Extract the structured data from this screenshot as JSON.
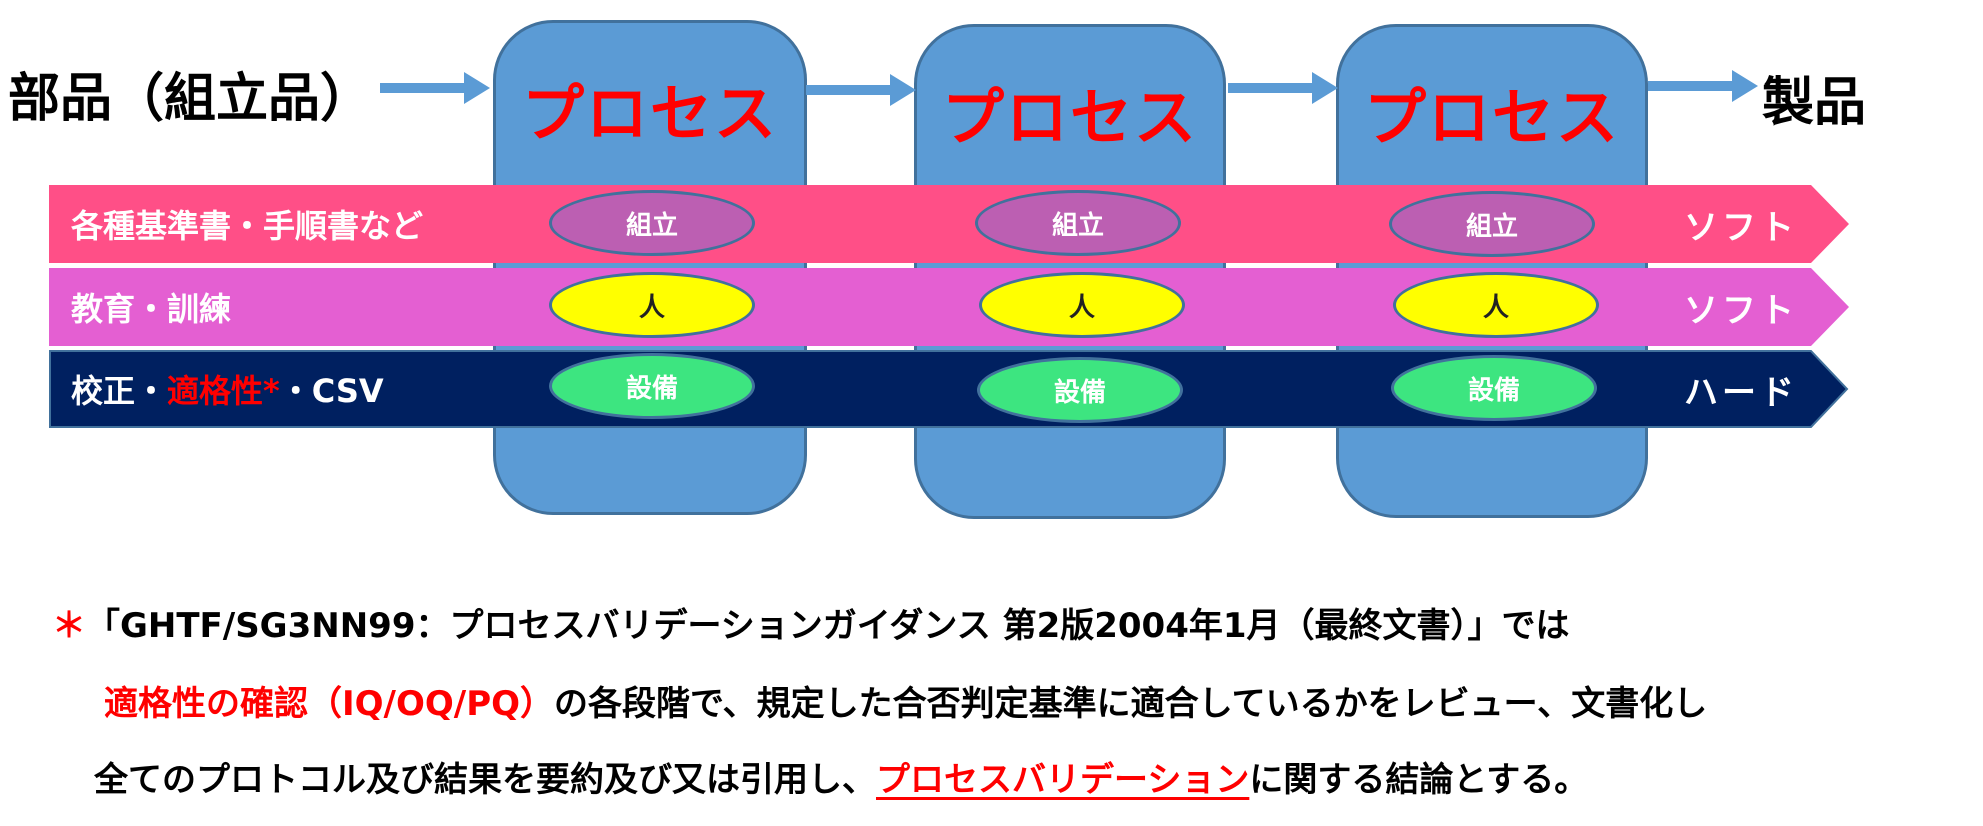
{
  "flow": {
    "input_label": "部品（組立品）",
    "output_label": "製品",
    "processes": [
      {
        "title": "プロセス"
      },
      {
        "title": "プロセス"
      },
      {
        "title": "プロセス"
      }
    ]
  },
  "bands": [
    {
      "label": "各種基準書・手順書など",
      "type": "ソフト",
      "color": "#ff4f87",
      "ellipse_label": "組立",
      "ellipse_color": "#bc5fb2",
      "ellipse_text_color": "#ffffff"
    },
    {
      "label": "教育・訓練",
      "type": "ソフト",
      "color": "#e45fd2",
      "ellipse_label": "人",
      "ellipse_color": "#ffff00",
      "ellipse_text_color": "#222222"
    },
    {
      "label_parts": {
        "prefix": "校正・",
        "highlight": "適格性*",
        "suffix": "・CSV"
      },
      "type": "ハード",
      "color": "#002060",
      "ellipse_label": "設備",
      "ellipse_color": "#3de580",
      "ellipse_text_color": "#ffffff"
    }
  ],
  "note": {
    "asterisk": "＊",
    "line1": "「GHTF/SG3NN99：プロセスバリデーションガイダンス 第2版2004年1月（最終文書）」では",
    "line2_highlight": "適格性の確認（IQ/OQ/PQ）",
    "line2_rest": "の各段階で、規定した合否判定基準に適合しているかをレビュー、文書化し",
    "line3_prefix": "全てのプロトコル及び結果を要約及び又は引用し、",
    "line3_highlight": "プロセスバリデーション",
    "line3_suffix": "に関する結論とする。"
  },
  "colors": {
    "process_fill": "#5b9bd5",
    "process_border": "#41719c",
    "accent_red": "#ff0000"
  }
}
